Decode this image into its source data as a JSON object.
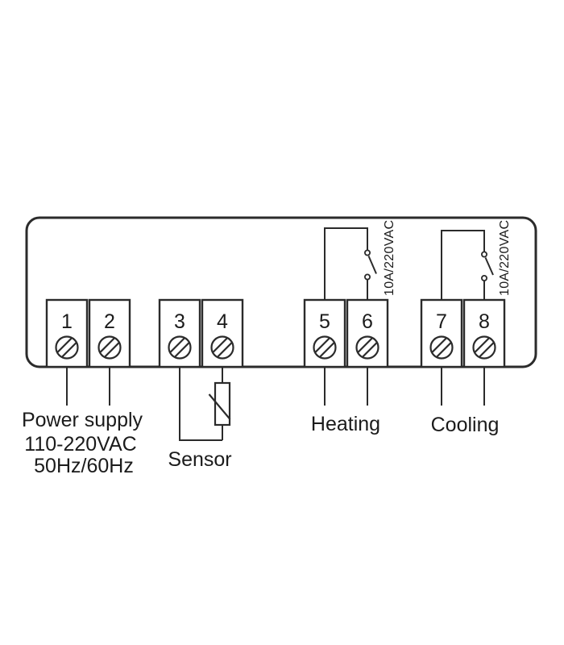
{
  "colors": {
    "line": "#2b2b2b",
    "text": "#1b1b1b",
    "background": "#ffffff"
  },
  "terminals": {
    "labels": [
      "1",
      "2",
      "3",
      "4",
      "5",
      "6",
      "7",
      "8"
    ]
  },
  "connections": {
    "power": {
      "line1": "Power supply",
      "line2": "110-220VAC",
      "line3": "50Hz/60Hz"
    },
    "sensor": {
      "label": "Sensor"
    },
    "heating": {
      "label": "Heating",
      "relay_rating": "10A/220VAC"
    },
    "cooling": {
      "label": "Cooling",
      "relay_rating": "10A/220VAC"
    }
  }
}
